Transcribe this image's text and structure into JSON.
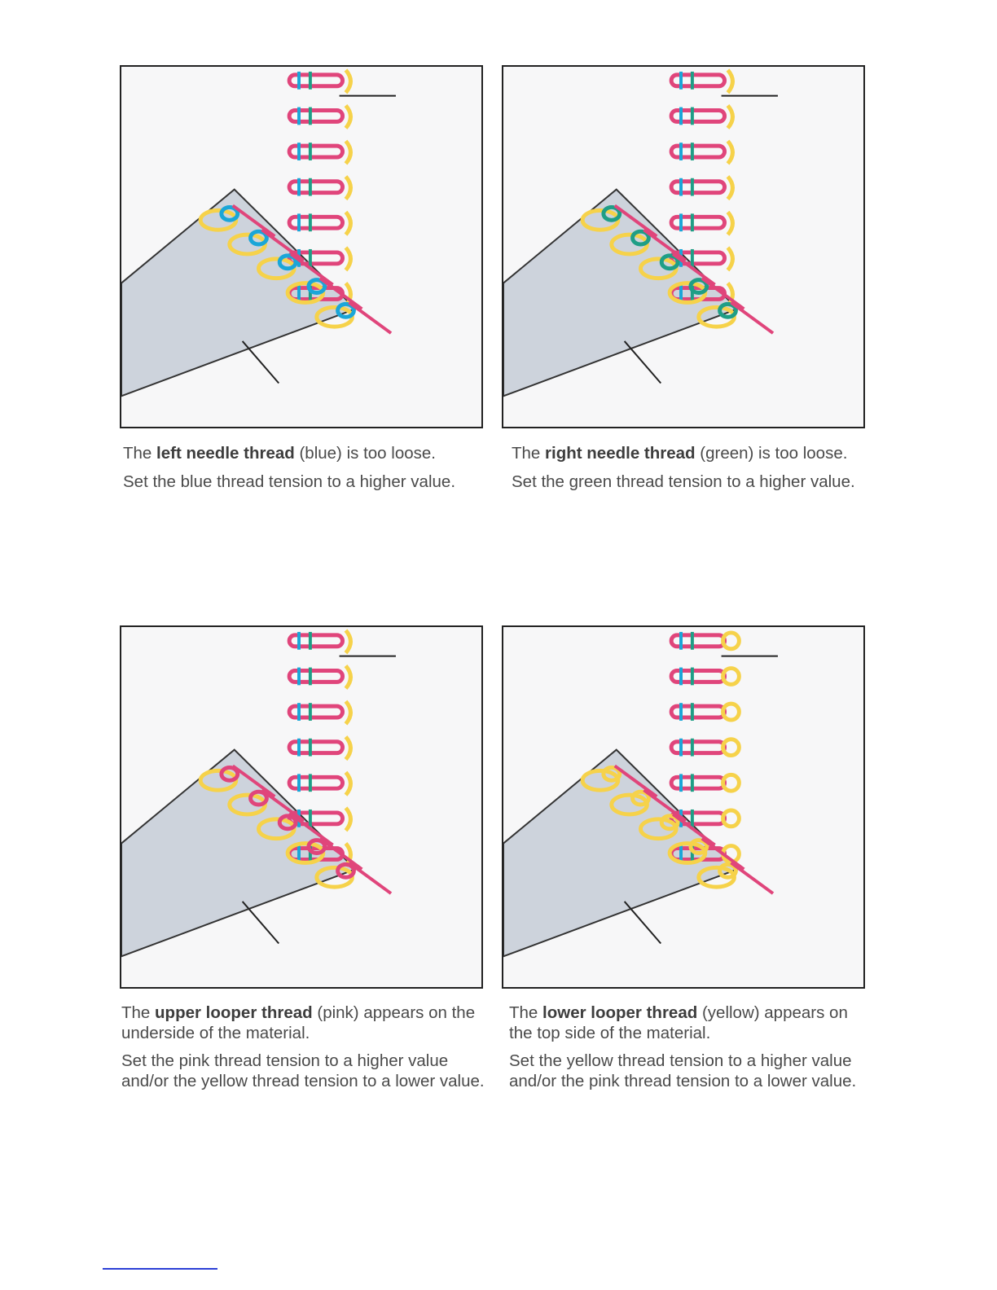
{
  "colors": {
    "blue": "#1aa6d8",
    "green": "#1f9e86",
    "pink": "#e0457b",
    "yellow": "#f6d24a",
    "fabric": "#cdd3dc",
    "footer_rule": "#2c3fd6"
  },
  "panels": [
    {
      "variant": "blue-loose",
      "prefix": "The ",
      "bold": "left needle thread",
      "suffix": " (blue) is too loose.",
      "instruction": "Set the blue thread tension to a higher value."
    },
    {
      "variant": "green-loose",
      "prefix": "The ",
      "bold": "right needle thread",
      "suffix": " (green) is too loose.",
      "instruction": "Set the green thread tension to a higher value."
    },
    {
      "variant": "pink-under",
      "prefix": "The ",
      "bold": "upper looper thread",
      "suffix": " (pink) appears on the underside of the material.",
      "instruction": "Set the pink thread tension to a higher value and/or the yellow thread tension to a lower value."
    },
    {
      "variant": "yellow-top",
      "prefix": "The ",
      "bold": "lower looper thread",
      "suffix": " (yellow) appears on the top side of the material.",
      "instruction": "Set the yellow thread tension to a higher value and/or the pink thread tension to a lower value."
    }
  ]
}
